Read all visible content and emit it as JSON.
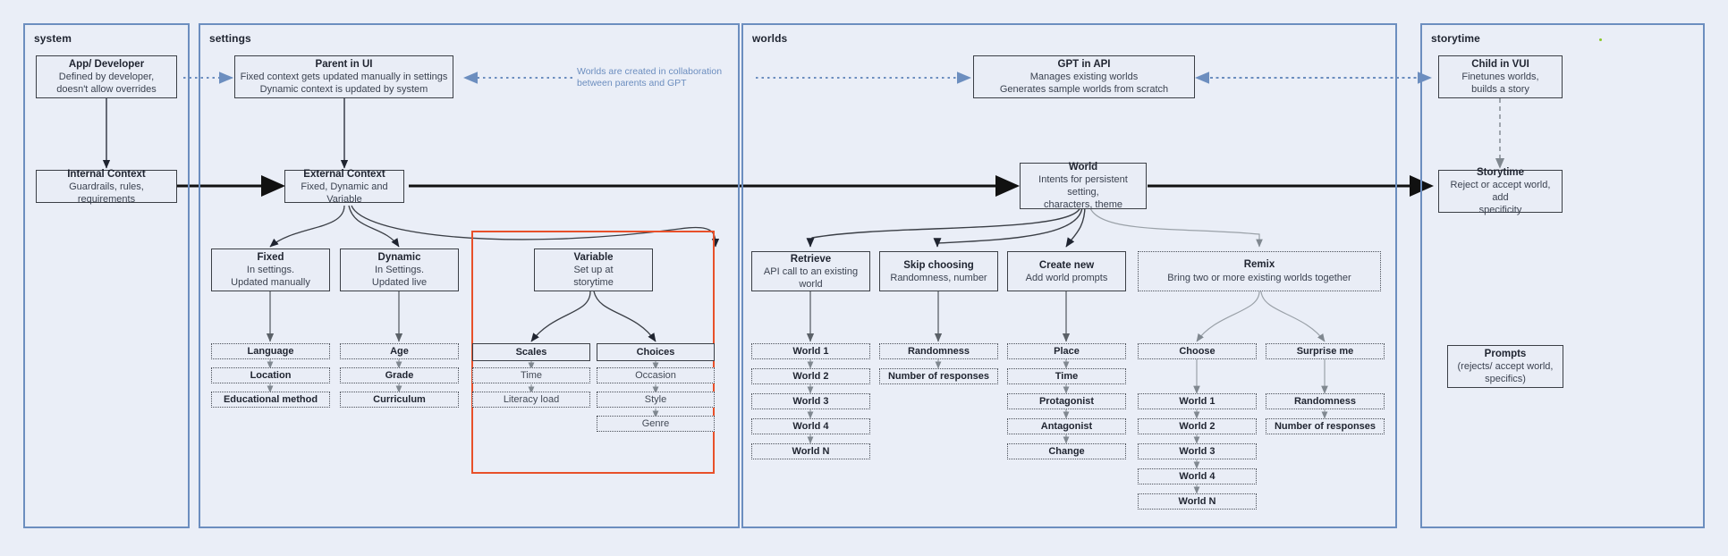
{
  "colors": {
    "canvas": "#eaeef7",
    "lane_border": "#6c8ebf",
    "node_border": "#3b3f46",
    "node_fill": "#e9edf6",
    "highlight_red": "#e8502a",
    "annotation_blue": "#6c8ebf",
    "flow_arrow": "#000000"
  },
  "lanes": [
    {
      "id": "system",
      "title": "system"
    },
    {
      "id": "settings",
      "title": "settings"
    },
    {
      "id": "worlds",
      "title": "worlds"
    },
    {
      "id": "storytime",
      "title": "storytime"
    }
  ],
  "annotations": [
    {
      "id": "worlds-collab",
      "text": "Worlds are created in collaboration between parents and GPT"
    }
  ],
  "system": {
    "app_developer": {
      "title": "App/ Developer",
      "line1": "Defined by developer,",
      "line2": "doesn't allow overrides"
    },
    "internal_context": {
      "title": "Internal Context",
      "line1": "Guardrails, rules, requirements"
    }
  },
  "settings": {
    "parent_in_ui": {
      "title": "Parent in UI",
      "line1": "Fixed context gets updated manually in settings",
      "line2": "Dynamic context is updated by system"
    },
    "external_context": {
      "title": "External Context",
      "line1": "Fixed, Dynamic and Variable"
    },
    "groups": [
      {
        "id": "fixed",
        "title": "Fixed",
        "line1": "In settings.",
        "line2": "Updated manually",
        "items": [
          "Language",
          "Location",
          "Educational method"
        ]
      },
      {
        "id": "dynamic",
        "title": "Dynamic",
        "line1": "In Settings.",
        "line2": "Updated live",
        "items": [
          "Age",
          "Grade",
          "Curriculum"
        ]
      },
      {
        "id": "variable",
        "title": "Variable",
        "line1": "Set up at",
        "line2": "storytime",
        "subgroups": [
          {
            "id": "scales",
            "header": "Scales",
            "items": [
              "Time",
              "Literacy load"
            ]
          },
          {
            "id": "choices",
            "header": "Choices",
            "items": [
              "Occasion",
              "Style",
              "Genre"
            ]
          }
        ]
      }
    ]
  },
  "worlds": {
    "gpt_in_api": {
      "title": "GPT in API",
      "line1": "Manages existing worlds",
      "line2": "Generates sample worlds from scratch"
    },
    "world": {
      "title": "World",
      "line1": "Intents for persistent setting,",
      "line2": "characters, theme"
    },
    "branches": [
      {
        "id": "retrieve",
        "title": "Retrieve",
        "line1": "API call to an existing world",
        "items": [
          "World 1",
          "World 2",
          "World 3",
          "World 4",
          "World N"
        ]
      },
      {
        "id": "skip-choosing",
        "title": "Skip choosing",
        "line1": "Randomness, number",
        "items": [
          "Randomness",
          "Number of responses"
        ]
      },
      {
        "id": "create-new",
        "title": "Create new",
        "line1": "Add world prompts",
        "items": [
          "Place",
          "Time",
          "Protagonist",
          "Antagonist",
          "Change"
        ]
      },
      {
        "id": "remix",
        "title": "Remix",
        "line1": "Bring two or more existing worlds together",
        "subgroups": [
          {
            "id": "choose",
            "header": "Choose",
            "items": [
              "World 1",
              "World 2",
              "World 3",
              "World 4",
              "World N"
            ]
          },
          {
            "id": "surprise-me",
            "header": "Surprise me",
            "items": [
              "Randomness",
              "Number of responses"
            ]
          }
        ]
      }
    ]
  },
  "storytime": {
    "child_in_vui": {
      "title": "Child in VUI",
      "line1": "Finetunes worlds,",
      "line2": "builds a story"
    },
    "storytime_node": {
      "title": "Storytime",
      "line1": "Reject or accept world, add",
      "line2": "specificity"
    },
    "prompts": {
      "title": "Prompts",
      "line1": "(rejects/ accept world,",
      "line2": "specifics)"
    }
  }
}
